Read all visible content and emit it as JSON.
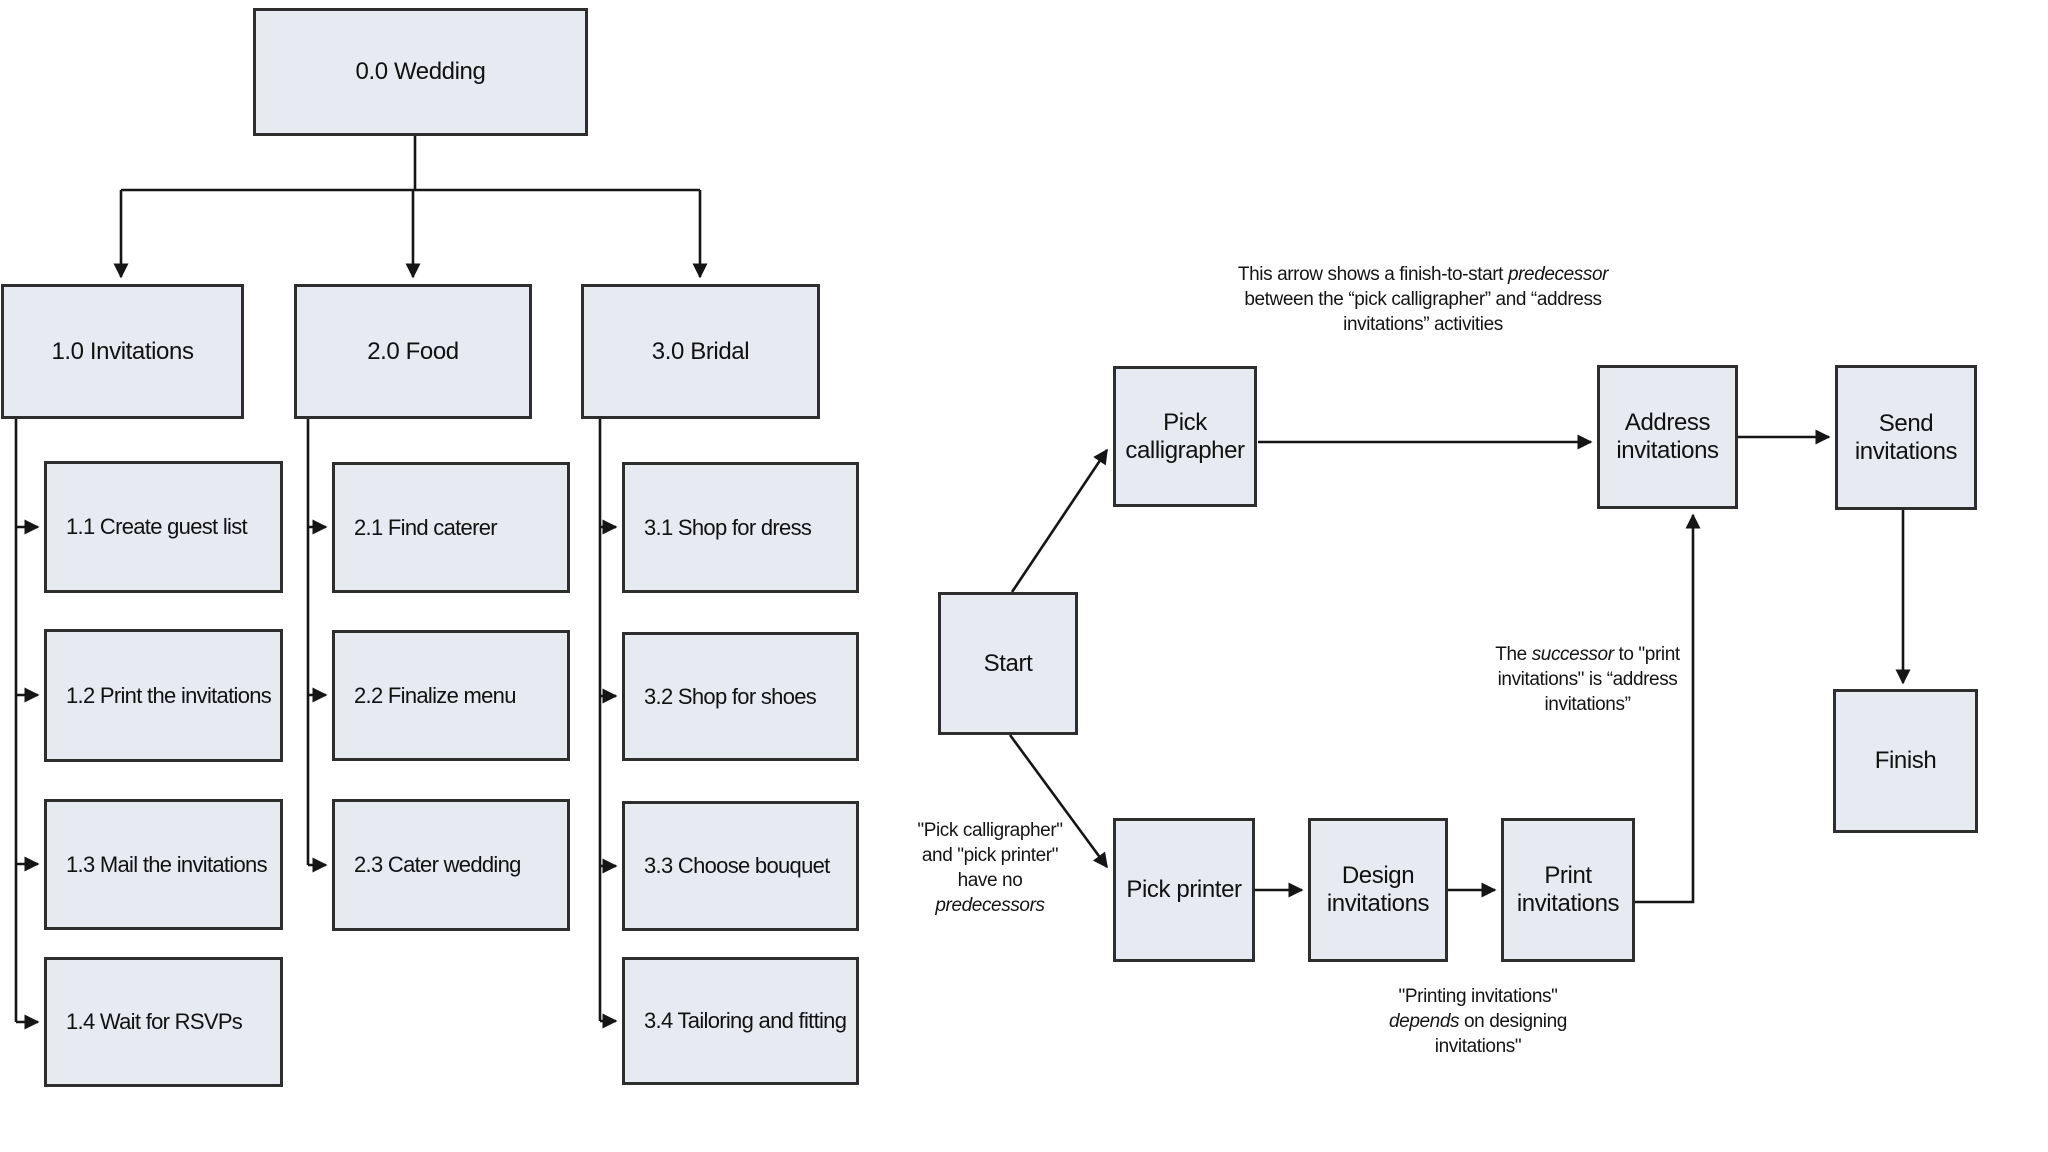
{
  "wbs": {
    "root": {
      "label": "0.0 Wedding"
    },
    "branches": [
      {
        "label": "1.0 Invitations",
        "children": [
          {
            "label": "1.1 Create guest list"
          },
          {
            "label": "1.2 Print the invitations"
          },
          {
            "label": "1.3 Mail the invitations"
          },
          {
            "label": "1.4 Wait for RSVPs"
          }
        ]
      },
      {
        "label": "2.0 Food",
        "children": [
          {
            "label": "2.1 Find caterer"
          },
          {
            "label": "2.2 Finalize menu"
          },
          {
            "label": "2.3 Cater wedding"
          }
        ]
      },
      {
        "label": "3.0 Bridal",
        "children": [
          {
            "label": "3.1 Shop for dress"
          },
          {
            "label": "3.2 Shop for shoes"
          },
          {
            "label": "3.3 Choose bouquet"
          },
          {
            "label": "3.4 Tailoring and fitting"
          }
        ]
      }
    ]
  },
  "network": {
    "nodes": {
      "start": {
        "label": "Start"
      },
      "pick_calligrapher": {
        "label": "Pick calligrapher"
      },
      "address_invitations": {
        "label": "Address invitations"
      },
      "send_invitations": {
        "label": "Send invitations"
      },
      "finish": {
        "label": "Finish"
      },
      "pick_printer": {
        "label": "Pick printer"
      },
      "design_invitations": {
        "label": "Design invitations"
      },
      "print_invitations": {
        "label": "Print invitations"
      }
    },
    "edges": [
      {
        "from": "start",
        "to": "pick_calligrapher"
      },
      {
        "from": "start",
        "to": "pick_printer"
      },
      {
        "from": "pick_calligrapher",
        "to": "address_invitations"
      },
      {
        "from": "address_invitations",
        "to": "send_invitations"
      },
      {
        "from": "send_invitations",
        "to": "finish"
      },
      {
        "from": "pick_printer",
        "to": "design_invitations"
      },
      {
        "from": "design_invitations",
        "to": "print_invitations"
      },
      {
        "from": "print_invitations",
        "to": "address_invitations"
      }
    ],
    "annotations": {
      "finish_to_start": {
        "segments": [
          {
            "text": "This arrow shows a finish-to-start "
          },
          {
            "text": "predecessor",
            "italic": true
          },
          {
            "text": "\nbetween the “pick calligrapher” and “address\ninvitations” activities"
          }
        ]
      },
      "successor": {
        "segments": [
          {
            "text": "The "
          },
          {
            "text": "successor",
            "italic": true
          },
          {
            "text": " to \"print\ninvitations\" is “address\ninvitations”"
          }
        ]
      },
      "no_predecessors": {
        "segments": [
          {
            "text": "\"Pick calligrapher\"\nand \"pick printer\"\nhave no\n"
          },
          {
            "text": "predecessors",
            "italic": true
          }
        ]
      },
      "depends": {
        "segments": [
          {
            "text": "\"Printing invitations\"\n"
          },
          {
            "text": "depends",
            "italic": true
          },
          {
            "text": " on designing\ninvitations\""
          }
        ]
      }
    }
  },
  "colors": {
    "box_fill": "#e8eaf2",
    "box_border": "#2e2e2e",
    "line": "#151515",
    "text": "#111111",
    "background": "#ffffff"
  }
}
